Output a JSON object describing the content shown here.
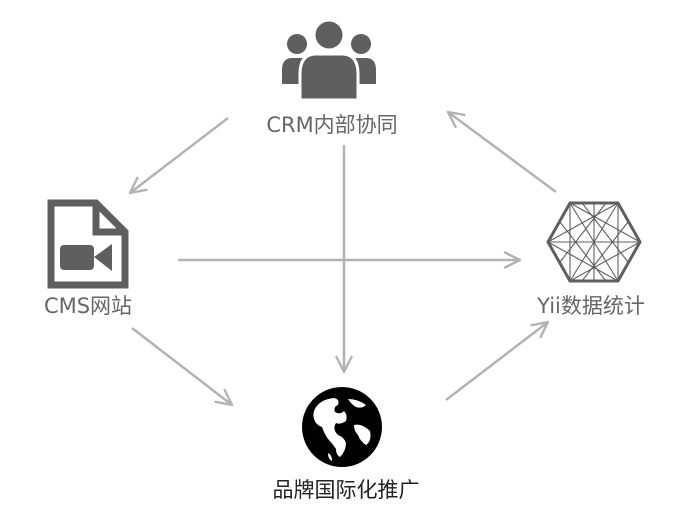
{
  "colors": {
    "icon_gray": "#5f5f5f",
    "arrow_gray": "#b3b3b3",
    "label_gray": "#666666",
    "label_dark": "#222222",
    "globe_black": "#000000",
    "background": "#ffffff"
  },
  "nodes": {
    "crm": {
      "label": "CRM内部协同",
      "icon": "users-group-icon"
    },
    "cms": {
      "label": "CMS网站",
      "icon": "video-file-icon"
    },
    "yii": {
      "label": "Yii数据统计",
      "icon": "hexagon-network-icon"
    },
    "brand": {
      "label": "品牌国际化推广",
      "icon": "globe-americas-icon"
    }
  }
}
